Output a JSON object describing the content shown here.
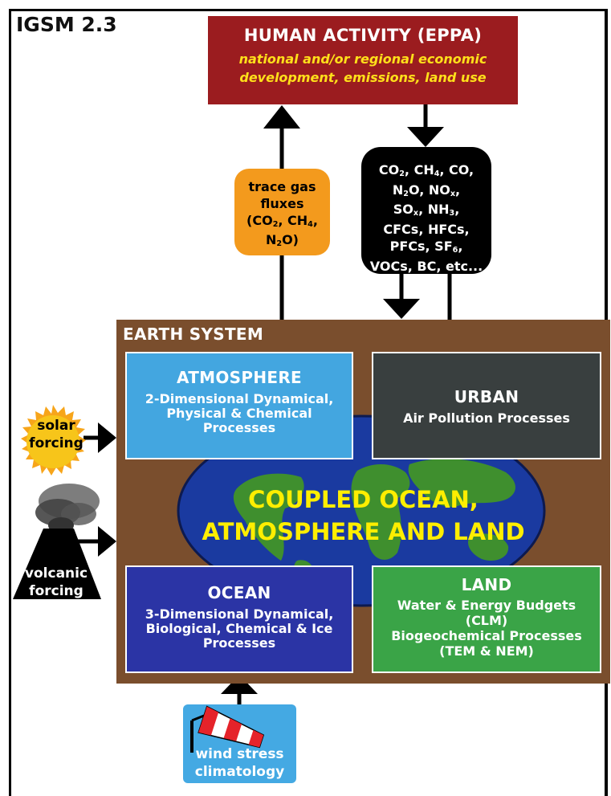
{
  "title": "IGSM 2.3",
  "human_activity": {
    "heading": "HUMAN ACTIVITY (EPPA)",
    "subtitle_line1": "national and/or regional economic",
    "subtitle_line2": "development, emissions, land use"
  },
  "trace_gas": {
    "line1": "trace gas",
    "line2": "fluxes",
    "line3_a": "(CO",
    "line3_sub1": "2",
    "line3_b": ", CH",
    "line3_sub2": "4",
    "line3_c": ",",
    "line4_a": "N",
    "line4_sub": "2",
    "line4_b": "O)"
  },
  "emissions": {
    "co2": "CO",
    "co2_sub": "2",
    "ch4": ", CH",
    "ch4_sub": "4",
    "co": ", CO,",
    "n2o_a": "N",
    "n2o_sub": "2",
    "n2o_b": "O, NO",
    "nox_sub": "x",
    "n2o_c": ",",
    "sox": "SO",
    "sox_sub": "x",
    "nh3": ", NH",
    "nh3_sub": "3",
    "nh3_c": ",",
    "line4": "CFCs, HFCs,",
    "pfcs": "PFCs, SF",
    "sf6_sub": "6",
    "pfcs_c": ",",
    "line6": "VOCs, BC, etc..."
  },
  "earth_system": {
    "label": "EARTH SYSTEM",
    "atmosphere": {
      "heading": "ATMOSPHERE",
      "line1": "2-Dimensional Dynamical,",
      "line2": "Physical & Chemical",
      "line3": "Processes"
    },
    "urban": {
      "heading": "URBAN",
      "line1": "Air Pollution Processes"
    },
    "coupled_line1": "COUPLED OCEAN,",
    "coupled_line2": "ATMOSPHERE AND LAND",
    "ocean": {
      "heading": "OCEAN",
      "line1": "3-Dimensional Dynamical,",
      "line2": "Biological, Chemical & Ice",
      "line3": "Processes"
    },
    "land": {
      "heading": "LAND",
      "line1": "Water & Energy Budgets",
      "line2": "(CLM)",
      "line3": "Biogeochemical Processes",
      "line4": "(TEM & NEM)"
    }
  },
  "solar": {
    "line1": "solar",
    "line2": "forcing"
  },
  "volcanic": {
    "line1": "volcanic",
    "line2": "forcing"
  },
  "wind": {
    "line1": "wind stress",
    "line2": "climatology"
  },
  "colors": {
    "human": "#9b1c1f",
    "subtitle": "#ffe01a",
    "trace": "#f39a1d",
    "earth": "#7a4e2d",
    "atmosphere": "#43a6e0",
    "urban": "#393f3f",
    "ocean": "#2b34a5",
    "land": "#3aa447",
    "globe_ocean": "#1a3aa0",
    "globe_land": "#3f8f2e",
    "coupled_text": "#ffee00",
    "sun": "#f7c51a",
    "wind_box": "#44a9e3"
  }
}
